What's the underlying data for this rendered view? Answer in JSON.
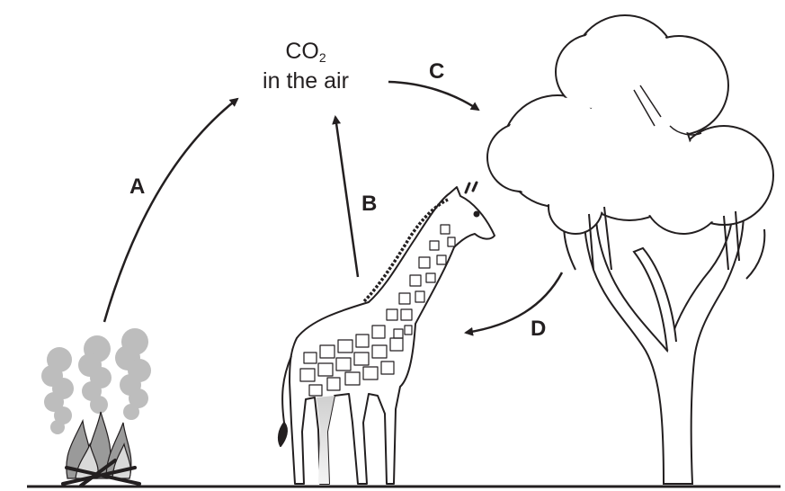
{
  "title": {
    "formula_main": "CO",
    "formula_sub": "2",
    "line2": "in the air"
  },
  "arrows": {
    "a": "A",
    "b": "B",
    "c": "C",
    "d": "D"
  },
  "colors": {
    "ink": "#231f20",
    "smoke": "#bdbdbd",
    "flame": "#8c8c8c",
    "giraffe_shade": "#c8c8c8"
  },
  "icons": [
    "fire-icon",
    "giraffe-icon",
    "tree-icon"
  ]
}
